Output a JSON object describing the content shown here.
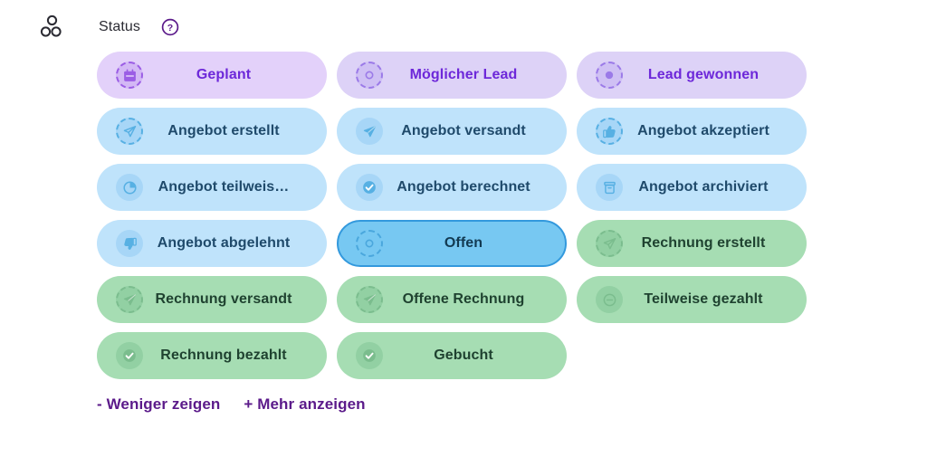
{
  "header": {
    "group_icon": "group-circles-icon",
    "title": "Status",
    "help_icon": "help-circle-icon"
  },
  "colors": {
    "purple_bg": "#e3d1fa",
    "purple_bg_alt": "#ddd2f7",
    "purple_text": "#6d28d9",
    "blue_bg": "#bfe3fb",
    "blue_text": "#1f4a6b",
    "blue_selected_bg": "#77c8f2",
    "blue_selected_border": "#3399dd",
    "green_bg": "#a6ddb3",
    "green_text": "#1f4230",
    "link_text": "#5b1a8a"
  },
  "status_chips": [
    [
      {
        "label": "Geplant",
        "icon": "calendar-icon",
        "tone": "purple",
        "badge": "dashed",
        "selected": false
      },
      {
        "label": "Möglicher Lead",
        "icon": "circle-ring-icon",
        "tone": "purple2",
        "badge": "dashed",
        "selected": false
      },
      {
        "label": "Lead gewonnen",
        "icon": "circle-dot-icon",
        "tone": "purple2",
        "badge": "dashed",
        "selected": false
      }
    ],
    [
      {
        "label": "Angebot erstellt",
        "icon": "send-outline-icon",
        "tone": "blue",
        "badge": "dashed",
        "selected": false
      },
      {
        "label": "Angebot versandt",
        "icon": "send-filled-icon",
        "tone": "blue",
        "badge": "solid",
        "selected": false
      },
      {
        "label": "Angebot akzeptiert",
        "icon": "thumbs-up-icon",
        "tone": "blue",
        "badge": "dashed",
        "selected": false
      }
    ],
    [
      {
        "label": "Angebot teilweis…",
        "icon": "pie-clock-icon",
        "tone": "blue",
        "badge": "solid",
        "selected": false
      },
      {
        "label": "Angebot berechnet",
        "icon": "check-circle-icon",
        "tone": "blue",
        "badge": "solid",
        "selected": false
      },
      {
        "label": "Angebot archiviert",
        "icon": "archive-icon",
        "tone": "blue",
        "badge": "solid",
        "selected": false
      }
    ],
    [
      {
        "label": "Angebot abgelehnt",
        "icon": "thumbs-down-icon",
        "tone": "blue",
        "badge": "solid",
        "selected": false
      },
      {
        "label": "Offen",
        "icon": "circle-ring-icon",
        "tone": "blue",
        "badge": "dashed",
        "selected": true
      },
      {
        "label": "Rechnung erstellt",
        "icon": "send-outline-icon",
        "tone": "green",
        "badge": "dashed",
        "selected": false
      }
    ],
    [
      {
        "label": "Rechnung versandt",
        "icon": "send-filled-icon",
        "tone": "green",
        "badge": "dashed",
        "selected": false
      },
      {
        "label": "Offene Rechnung",
        "icon": "send-filled-icon",
        "tone": "green",
        "badge": "dashed",
        "selected": false
      },
      {
        "label": "Teilweise gezahlt",
        "icon": "minus-circle-icon",
        "tone": "green",
        "badge": "solid",
        "selected": false
      }
    ],
    [
      {
        "label": "Rechnung bezahlt",
        "icon": "check-circle-icon",
        "tone": "green",
        "badge": "solid",
        "selected": false
      },
      {
        "label": "Gebucht",
        "icon": "check-circle-icon",
        "tone": "green",
        "badge": "solid",
        "selected": false
      }
    ]
  ],
  "footer": {
    "show_less": "- Weniger zeigen",
    "show_more": "+ Mehr anzeigen"
  }
}
